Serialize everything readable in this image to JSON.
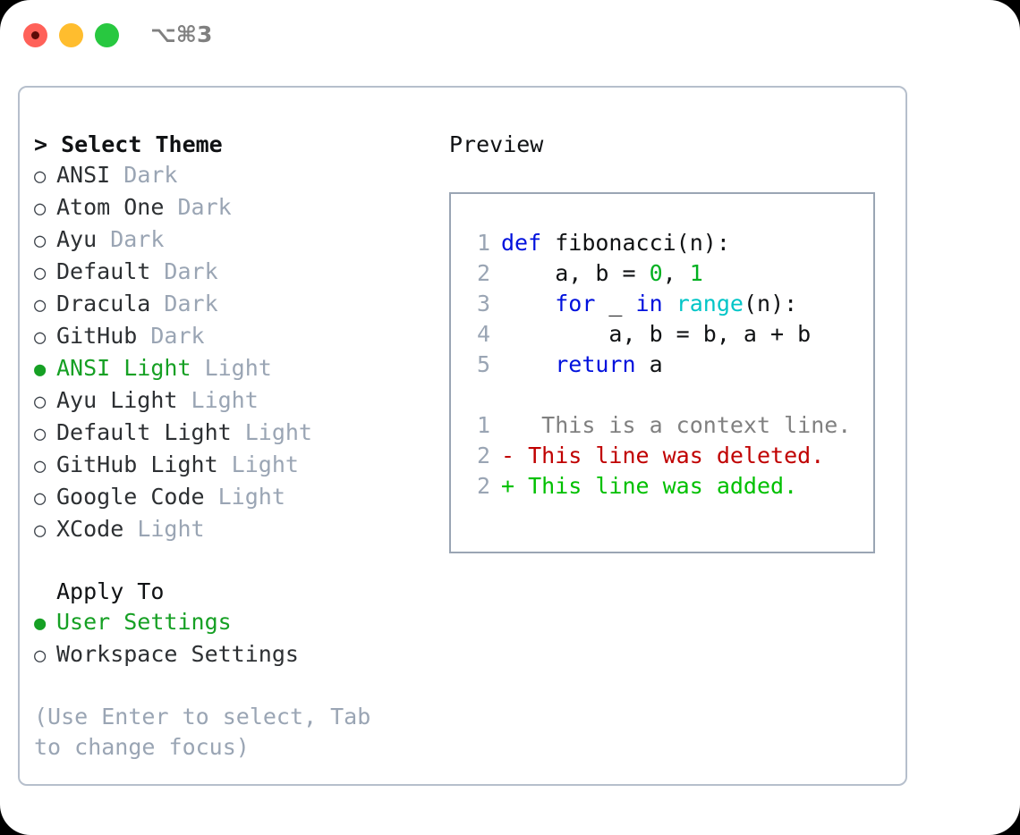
{
  "titlebar": {
    "shortcut": "⌥⌘3",
    "buttons": [
      {
        "name": "close",
        "color": "#ff6159"
      },
      {
        "name": "minimize",
        "color": "#ffbd2e"
      },
      {
        "name": "maximize",
        "color": "#28c840"
      }
    ]
  },
  "theme_selector": {
    "header": "> Select Theme",
    "selected": "ANSI Light",
    "items": [
      {
        "bullet": "○",
        "name": "ANSI",
        "kind": "Dark",
        "selected": false
      },
      {
        "bullet": "○",
        "name": "Atom One",
        "kind": "Dark",
        "selected": false
      },
      {
        "bullet": "○",
        "name": "Ayu",
        "kind": "Dark",
        "selected": false
      },
      {
        "bullet": "○",
        "name": "Default",
        "kind": "Dark",
        "selected": false
      },
      {
        "bullet": "○",
        "name": "Dracula",
        "kind": "Dark",
        "selected": false
      },
      {
        "bullet": "○",
        "name": "GitHub",
        "kind": "Dark",
        "selected": false
      },
      {
        "bullet": "●",
        "name": "ANSI Light",
        "kind": "Light",
        "selected": true
      },
      {
        "bullet": "○",
        "name": "Ayu Light",
        "kind": "Light",
        "selected": false
      },
      {
        "bullet": "○",
        "name": "Default Light",
        "kind": "Light",
        "selected": false
      },
      {
        "bullet": "○",
        "name": "GitHub Light",
        "kind": "Light",
        "selected": false
      },
      {
        "bullet": "○",
        "name": "Google Code",
        "kind": "Light",
        "selected": false
      },
      {
        "bullet": "○",
        "name": "XCode",
        "kind": "Light",
        "selected": false
      }
    ]
  },
  "apply_to": {
    "title": "Apply To",
    "selected": "User Settings",
    "options": [
      {
        "bullet": "●",
        "label": "User Settings",
        "selected": true
      },
      {
        "bullet": "○",
        "label": "Workspace Settings",
        "selected": false
      }
    ]
  },
  "hint": "(Use Enter to select, Tab to change focus)",
  "preview": {
    "label": "Preview",
    "code_lines": [
      {
        "no": "1",
        "tokens": [
          {
            "t": "def ",
            "c": "kw"
          },
          {
            "t": "fibonacci(n):",
            "c": "plain"
          }
        ]
      },
      {
        "no": "2",
        "tokens": [
          {
            "t": "    a, b = ",
            "c": "plain"
          },
          {
            "t": "0",
            "c": "num"
          },
          {
            "t": ", ",
            "c": "plain"
          },
          {
            "t": "1",
            "c": "num"
          }
        ]
      },
      {
        "no": "3",
        "tokens": [
          {
            "t": "    ",
            "c": "plain"
          },
          {
            "t": "for",
            "c": "kw"
          },
          {
            "t": " _ ",
            "c": "plain"
          },
          {
            "t": "in",
            "c": "kw"
          },
          {
            "t": " ",
            "c": "plain"
          },
          {
            "t": "range",
            "c": "fn"
          },
          {
            "t": "(n):",
            "c": "plain"
          }
        ]
      },
      {
        "no": "4",
        "tokens": [
          {
            "t": "        a, b = b, a + b",
            "c": "plain"
          }
        ]
      },
      {
        "no": "5",
        "tokens": [
          {
            "t": "    ",
            "c": "plain"
          },
          {
            "t": "return",
            "c": "kw"
          },
          {
            "t": " a",
            "c": "plain"
          }
        ]
      }
    ],
    "diff_lines": [
      {
        "no": "1",
        "marker": " ",
        "text": "  This is a context line.",
        "kind": "ctx"
      },
      {
        "no": "2",
        "marker": "-",
        "text": " This line was deleted.",
        "kind": "del"
      },
      {
        "no": "2",
        "marker": "+",
        "text": " This line was added.",
        "kind": "add"
      }
    ]
  },
  "colors": {
    "accent_green": "#16a024",
    "muted": "#9aa5b4",
    "text": "#2d3033",
    "border": "#b6bfcc",
    "keyword": "#0011dd",
    "number": "#00b020",
    "function": "#00c5c7",
    "diff_delete": "#c00000",
    "diff_add": "#00c000"
  }
}
